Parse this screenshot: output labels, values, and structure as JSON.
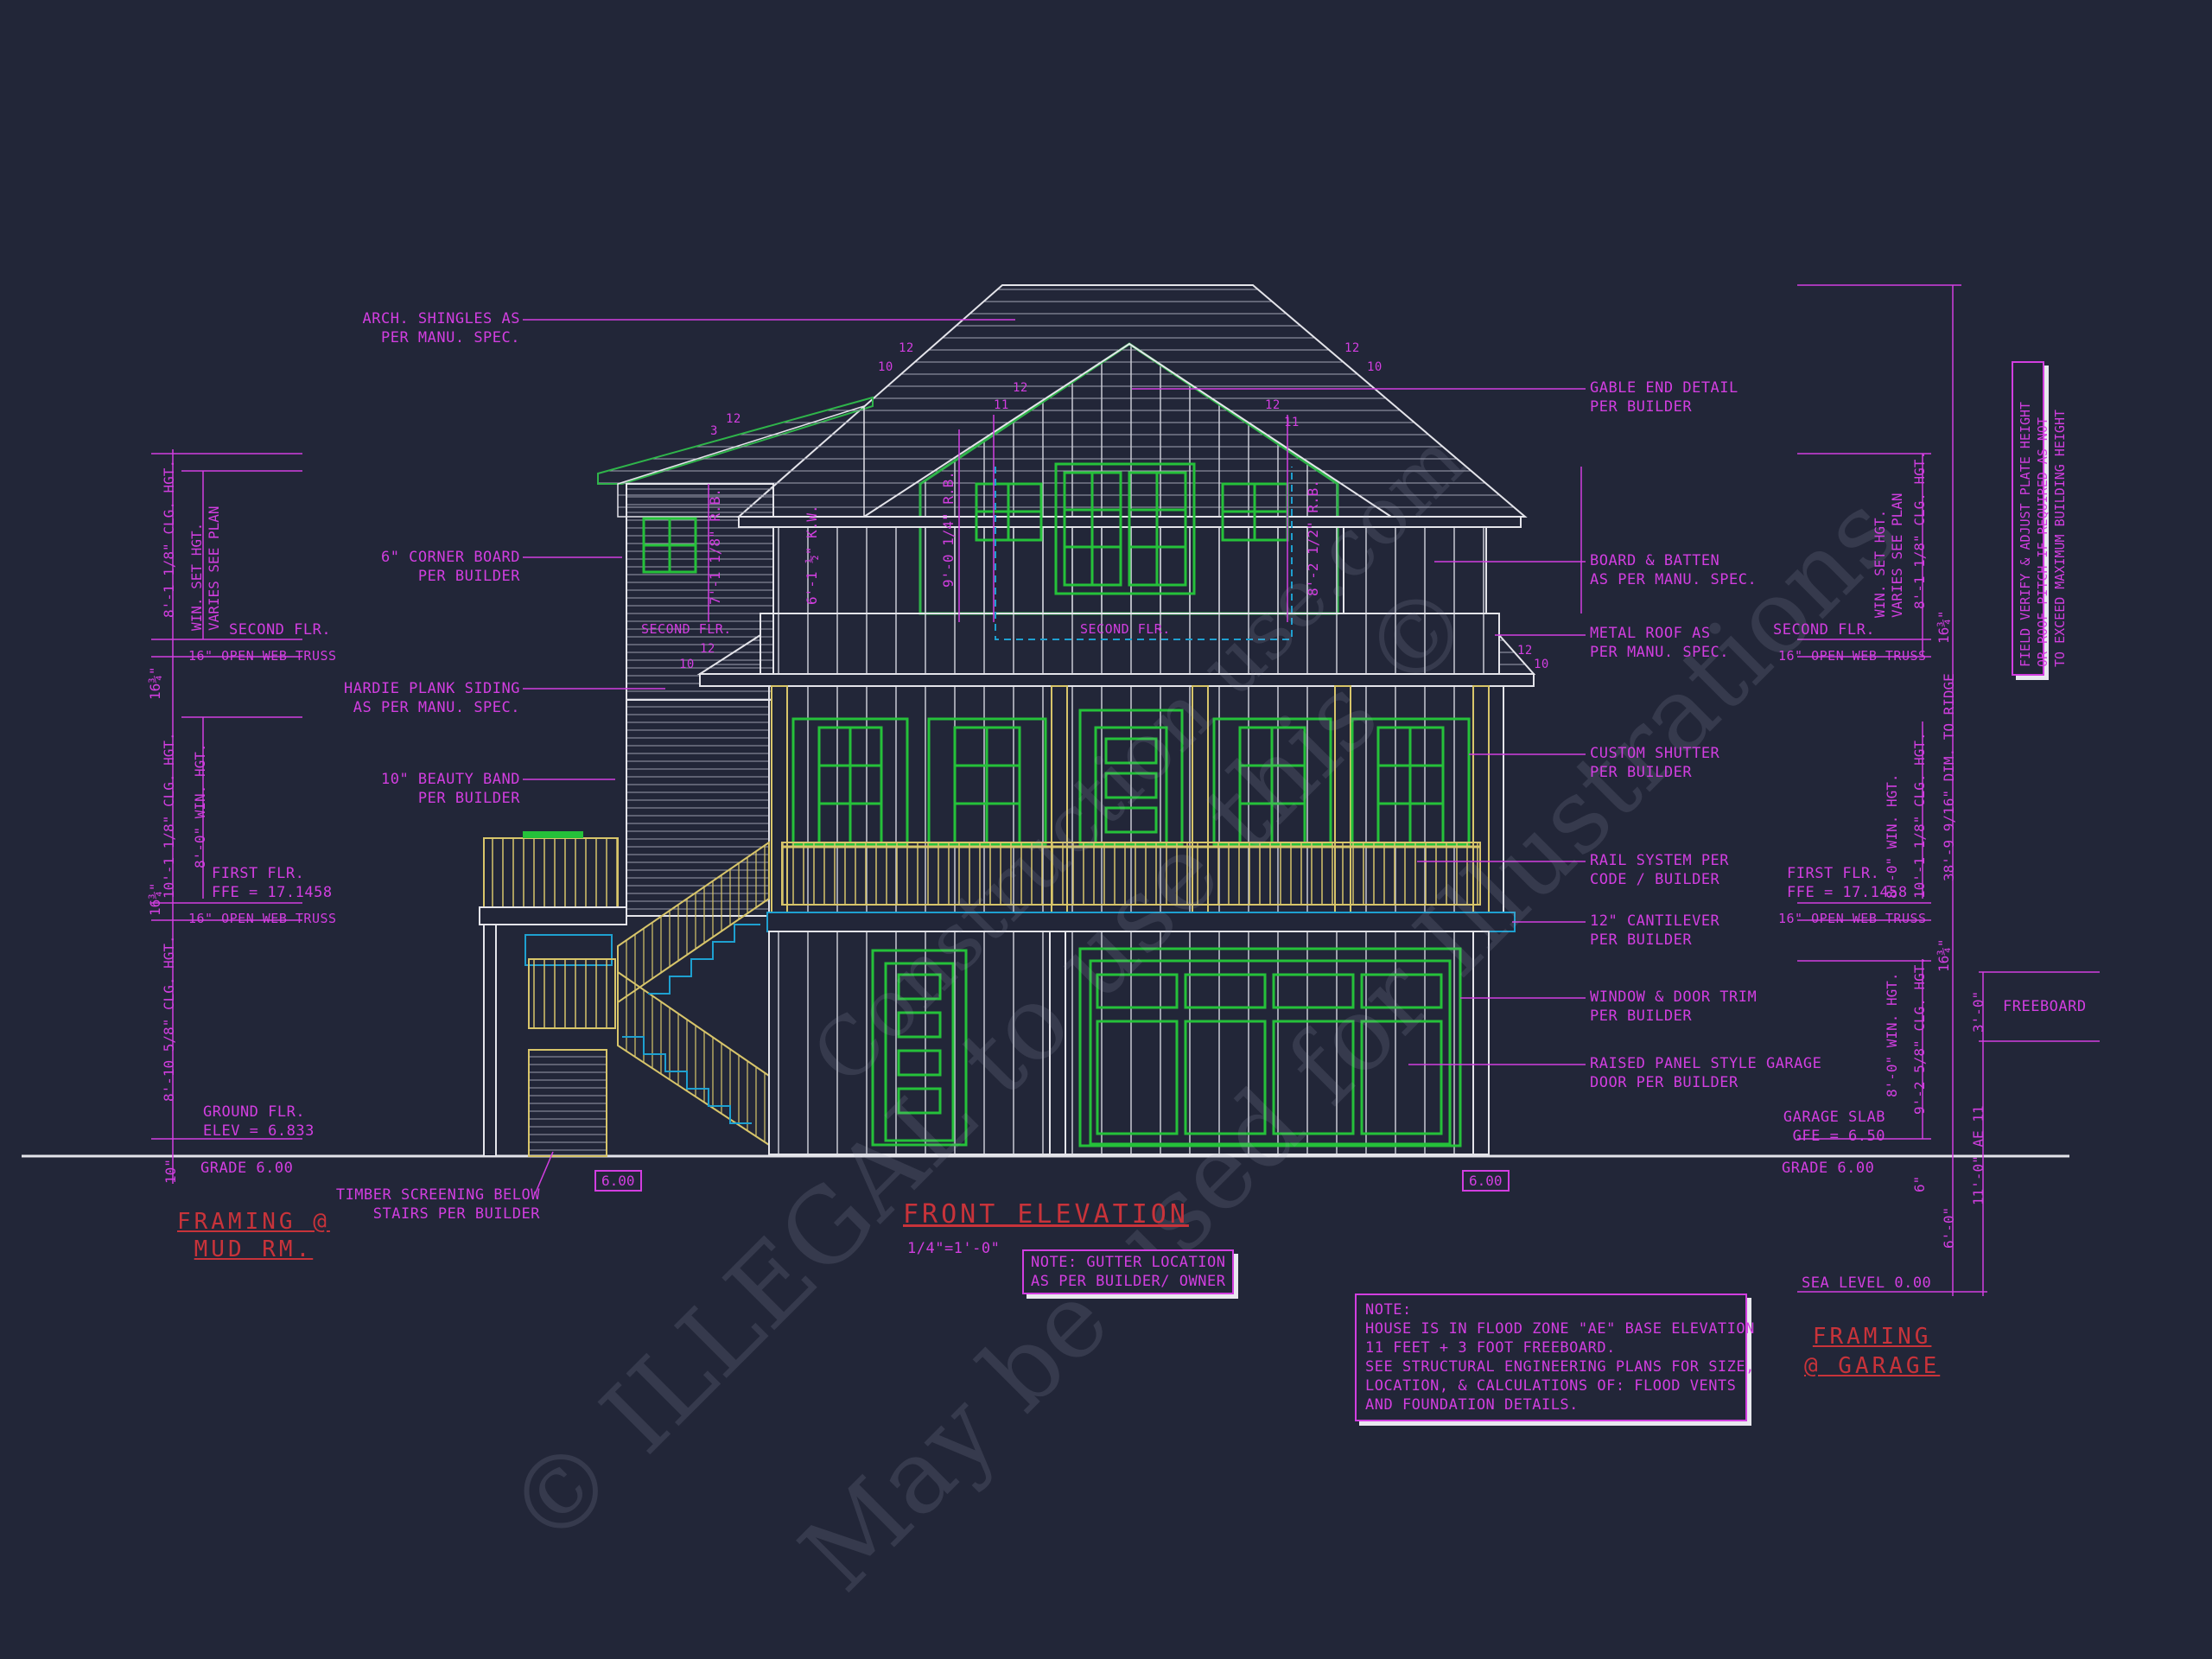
{
  "colors": {
    "background": "#222638",
    "annotation": "#d23ee0",
    "structure": "#e4e4ea",
    "windows": "#25c13a",
    "railing": "#d8c56a",
    "stairs_blue": "#1ea0d0",
    "title_red": "#c8333a",
    "roof_outline": "#2fb44a",
    "dimension": "#d23ee0"
  },
  "watermark": {
    "line1": "© ILLEGAL to use this ©",
    "line2": "Construction use.com",
    "line3": "May be used for Illustrations"
  },
  "title": {
    "main": "FRONT ELEVATION",
    "scale": "1/4\"=1'-0\""
  },
  "left_notes": {
    "arch_shingles": "ARCH. SHINGLES AS\nPER MANU. SPEC.",
    "corner_board": "6\" CORNER BOARD\nPER BUILDER",
    "hardie": "HARDIE PLANK SIDING\nAS PER MANU. SPEC.",
    "beauty_band": "10\" BEAUTY BAND\nPER BUILDER",
    "second_flr": "SECOND FLR.",
    "web_truss_2": "16\" OPEN WEB TRUSS",
    "first_flr": "FIRST FLR.\nFFE = 17.1458",
    "web_truss_1": "16\" OPEN WEB TRUSS",
    "ground_flr": "GROUND FLR.\nELEV = 6.833",
    "grade": "GRADE 6.00",
    "timber": "TIMBER SCREENING BELOW\nSTAIRS PER BUILDER",
    "framing_mud": "FRAMING @\nMUD RM."
  },
  "right_notes": {
    "gable": "GABLE END DETAIL\nPER BUILDER",
    "board_batten": "BOARD & BATTEN\nAS PER MANU. SPEC.",
    "metal_roof": "METAL ROOF AS\nPER MANU. SPEC.",
    "shutter": "CUSTOM SHUTTER\nPER BUILDER",
    "rail": "RAIL SYSTEM PER\nCODE / BUILDER",
    "cantilever": "12\" CANTILEVER\nPER BUILDER",
    "trim": "WINDOW & DOOR TRIM\nPER BUILDER",
    "garage_door": "RAISED PANEL STYLE GARAGE\nDOOR PER BUILDER",
    "second_flr": "SECOND FLR.",
    "web_truss_2": "16\" OPEN WEB TRUSS",
    "first_flr": "FIRST FLR.\nFFE = 17.1458",
    "web_truss_1": "16\" OPEN WEB TRUSS",
    "garage_slab": "GARAGE SLAB\nGFE = 6.50",
    "grade": "GRADE 6.00",
    "sea_level": "SEA LEVEL 0.00",
    "freeboard": "FREEBOARD",
    "framing_garage": "FRAMING\n@ GARAGE"
  },
  "field_verify": "FIELD VERIFY & ADJUST PLATE HEIGHT\nOR ROOF PITCH IF REQUIRED AS NOT\nTO EXCEED MAXIMUM BUILDING HEIGHT",
  "left_dims": {
    "d1": "8'-1 1/8\" CLG. HGT.",
    "d1b": "WIN. SET HGT.\nVARIES SEE PLAN",
    "d2": "10'-1 1/8\" CLG. HGT.",
    "d2b": "8'-0\" WIN. HGT.",
    "d3": "8'-10 5/8\" CLG. HGT.",
    "t1": "16¾\"",
    "t2": "16¾\"",
    "t3": "10\""
  },
  "right_dims": {
    "d1": "8'-1 1/8\" CLG. HGT.",
    "d1b": "WIN. SET HGT.\nVARIES SEE PLAN",
    "d2": "10'-1 1/8\" CLG. HGT.",
    "d2b": "8'-0\" WIN. HGT.",
    "d3": "9'-2 5/8\" CLG. HGT.",
    "d3b": "8'-0\" WIN. HGT.",
    "ridge": "38'-9 9/16\" DIM. TO RIDGE",
    "t1": "16¾\"",
    "t2": "16¾\"",
    "t3": "6\"",
    "t4": "6'-0\"",
    "fb": "3'-0\"",
    "ae": "11'-0\" AE 11"
  },
  "inner_dims": {
    "a": "9'-0 1/4\" R.B.",
    "b": "8'-2 1/2\" R.B.",
    "c": "6'-1 ½\" K.W.",
    "d": "7'-1 1/8\" R.B."
  },
  "pitch": {
    "rise": "12",
    "run_10": "10",
    "run_3": "3",
    "run_11": "11"
  },
  "in_drawing": {
    "second_flr_a": "SECOND FLR.",
    "second_flr_b": "SECOND FLR."
  },
  "grade_tags": {
    "left": "6.00",
    "right": "6.00"
  },
  "gutter_note": "NOTE: GUTTER LOCATION\nAS PER BUILDER/ OWNER",
  "flood_note": "NOTE:\nHOUSE IS IN FLOOD ZONE \"AE\" BASE ELEVATION\n11 FEET + 3 FOOT FREEBOARD.\nSEE STRUCTURAL ENGINEERING PLANS FOR SIZE,\nLOCATION, & CALCULATIONS OF: FLOOD VENTS\nAND FOUNDATION DETAILS."
}
